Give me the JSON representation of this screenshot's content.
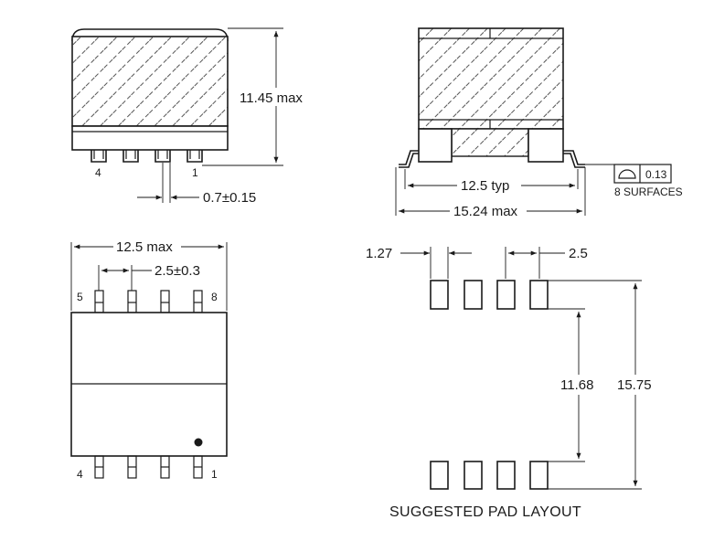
{
  "dimensions": {
    "height_max": "11.45 max",
    "lead_width": "0.7±0.15",
    "pad_spacing_typ": "12.5 typ",
    "overall_width_max": "15.24 max",
    "body_length_max": "12.5 max",
    "pitch": "2.5±0.3",
    "pad_width": "1.27",
    "pad_pitch": "2.5",
    "pad_inner_span": "11.68",
    "pad_outer_span": "15.75"
  },
  "pin_labels": {
    "side_left": "4",
    "side_right": "1",
    "top_left": "5",
    "top_right": "8",
    "bottom_left": "4",
    "bottom_right": "1"
  },
  "tolerance": {
    "value": "0.13",
    "note": "8 SURFACES"
  },
  "caption": "SUGGESTED PAD LAYOUT"
}
